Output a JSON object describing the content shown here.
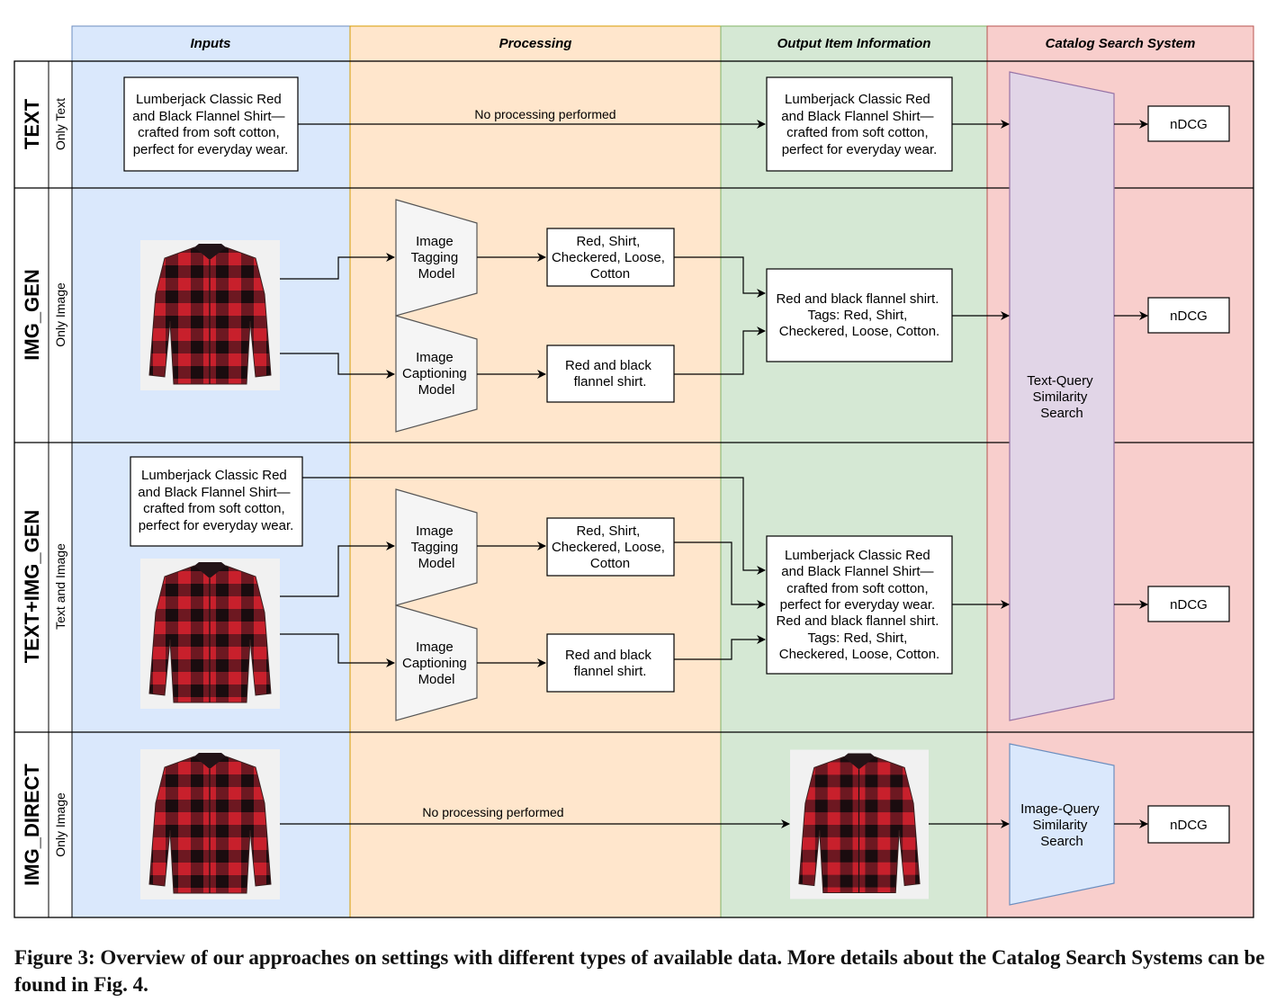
{
  "columns": {
    "inputs": "Inputs",
    "processing": "Processing",
    "output": "Output Item Information",
    "catalog": "Catalog Search System"
  },
  "rows": {
    "text": {
      "label": "TEXT",
      "sub": "Only Text"
    },
    "img_gen": {
      "label": "IMG_GEN",
      "sub": "Only Image"
    },
    "text_img_gen": {
      "label": "TEXT+IMG_GEN",
      "sub": "Text and Image"
    },
    "img_direct": {
      "label": "IMG_DIRECT",
      "sub": "Only Image"
    }
  },
  "product_text": [
    "Lumberjack Classic Red",
    "and Black Flannel Shirt—",
    "crafted from soft cotton,",
    "perfect for everyday wear."
  ],
  "no_processing": "No processing performed",
  "models": {
    "tagging": [
      "Image",
      "Tagging",
      "Model"
    ],
    "captioning": [
      "Image",
      "Captioning",
      "Model"
    ]
  },
  "tags": [
    "Red, Shirt,",
    "Checkered, Loose,",
    "Cotton"
  ],
  "caption_out": [
    "Red and black",
    "flannel shirt."
  ],
  "img_gen_output": [
    "Red and black flannel shirt.",
    "Tags: Red, Shirt,",
    "Checkered, Loose, Cotton."
  ],
  "combined_output": [
    "Lumberjack Classic Red",
    "and Black Flannel Shirt—",
    "crafted from soft cotton,",
    "perfect for everyday wear.",
    "Red and black flannel shirt.",
    "Tags: Red, Shirt,",
    "Checkered, Loose, Cotton."
  ],
  "search": {
    "text_query": [
      "Text-Query",
      "Similarity",
      "Search"
    ],
    "image_query": [
      "Image-Query",
      "Similarity",
      "Search"
    ]
  },
  "metric": "nDCG",
  "figure_caption": "Figure 3: Overview of our approaches on settings with different types of available data. More details about the Catalog Search Systems can be found in Fig. 4.",
  "colors": {
    "inputs_bg": "#dae8fc",
    "processing_bg": "#ffe6cc",
    "output_bg": "#d5e8d4",
    "catalog_bg": "#f8cecc",
    "text_query_search": "#e1d5e7",
    "image_query_search": "#dae8fc",
    "model_fill": "#f5f5f5",
    "shirt_red": "#c8202c",
    "shirt_dark": "#231317"
  }
}
